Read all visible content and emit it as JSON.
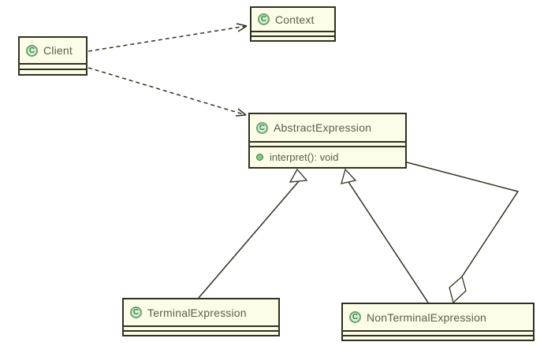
{
  "diagram": {
    "classes": [
      {
        "name": "Client",
        "attributes": [],
        "methods": []
      },
      {
        "name": "Context",
        "attributes": [],
        "methods": []
      },
      {
        "name": "AbstractExpression",
        "attributes": [],
        "methods": [
          {
            "visibility": "public",
            "signature": "interpret(): void"
          }
        ]
      },
      {
        "name": "TerminalExpression",
        "attributes": [],
        "methods": []
      },
      {
        "name": "NonTerminalExpression",
        "attributes": [],
        "methods": []
      }
    ],
    "relationships": [
      {
        "type": "dependency",
        "from": "Client",
        "to": "Context",
        "line": "dashed",
        "end_marker": "open-arrow"
      },
      {
        "type": "dependency",
        "from": "Client",
        "to": "AbstractExpression",
        "line": "dashed",
        "end_marker": "open-arrow"
      },
      {
        "type": "generalization",
        "from": "TerminalExpression",
        "to": "AbstractExpression",
        "line": "solid",
        "end_marker": "hollow-triangle"
      },
      {
        "type": "generalization",
        "from": "NonTerminalExpression",
        "to": "AbstractExpression",
        "line": "solid",
        "end_marker": "hollow-triangle"
      },
      {
        "type": "aggregation",
        "from": "NonTerminalExpression",
        "to": "AbstractExpression",
        "line": "solid",
        "end_marker": "hollow-diamond"
      }
    ]
  },
  "icons": {
    "class_glyph": "C"
  },
  "colors": {
    "background": "#ffffff",
    "box_fill": "#fcfce9",
    "box_border": "#31311f",
    "name_text": "#5d5c4c",
    "icon_fill": "#dcefdc",
    "icon_ring": "#67a567",
    "icon_letter": "#2f7d32",
    "method_dot": "#82c882",
    "method_dot_ring": "#417f41",
    "line": "#31311f"
  }
}
